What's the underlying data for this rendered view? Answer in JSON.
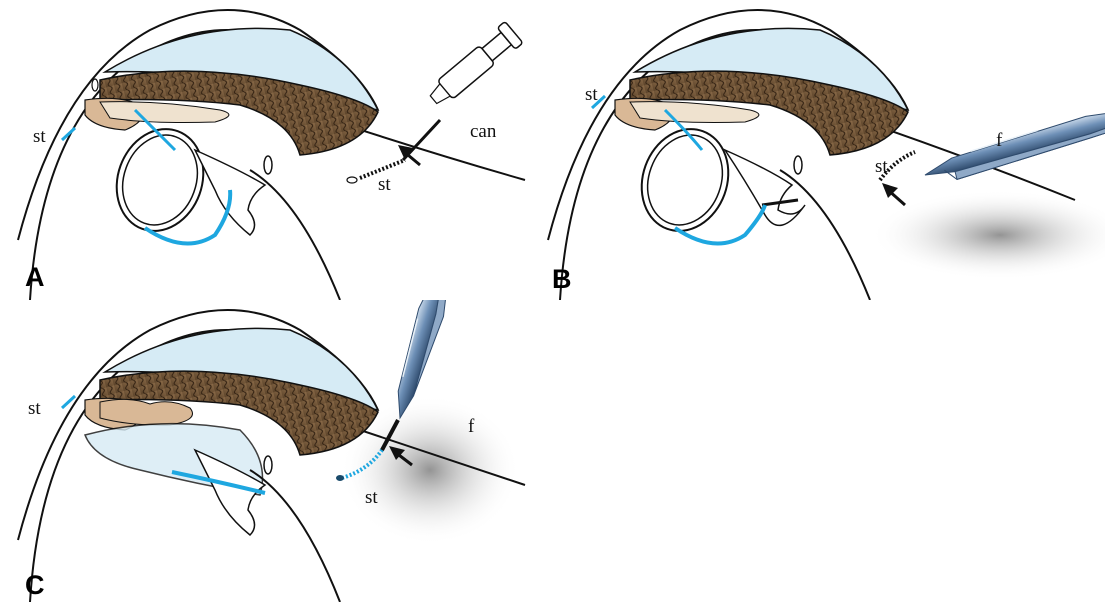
{
  "figure": {
    "panels": [
      {
        "letter": "A",
        "labels": {
          "st_left": "st",
          "st_device": "st",
          "instrument": "can"
        }
      },
      {
        "letter": "B",
        "labels": {
          "st_left": "st",
          "st_device": "st",
          "instrument": "f"
        }
      },
      {
        "letter": "C",
        "labels": {
          "st_left": "st",
          "st_device": "st",
          "instrument": "f"
        }
      }
    ]
  },
  "colors": {
    "cornea_fill": "#d6ebf5",
    "iris_fill": "#6b4f34",
    "iris_line": "#2e1e10",
    "sclera_tan": "#d9b896",
    "suture_blue": "#1ea7e0",
    "instrument_steel": "#6d8fb6",
    "outline": "#111111"
  }
}
